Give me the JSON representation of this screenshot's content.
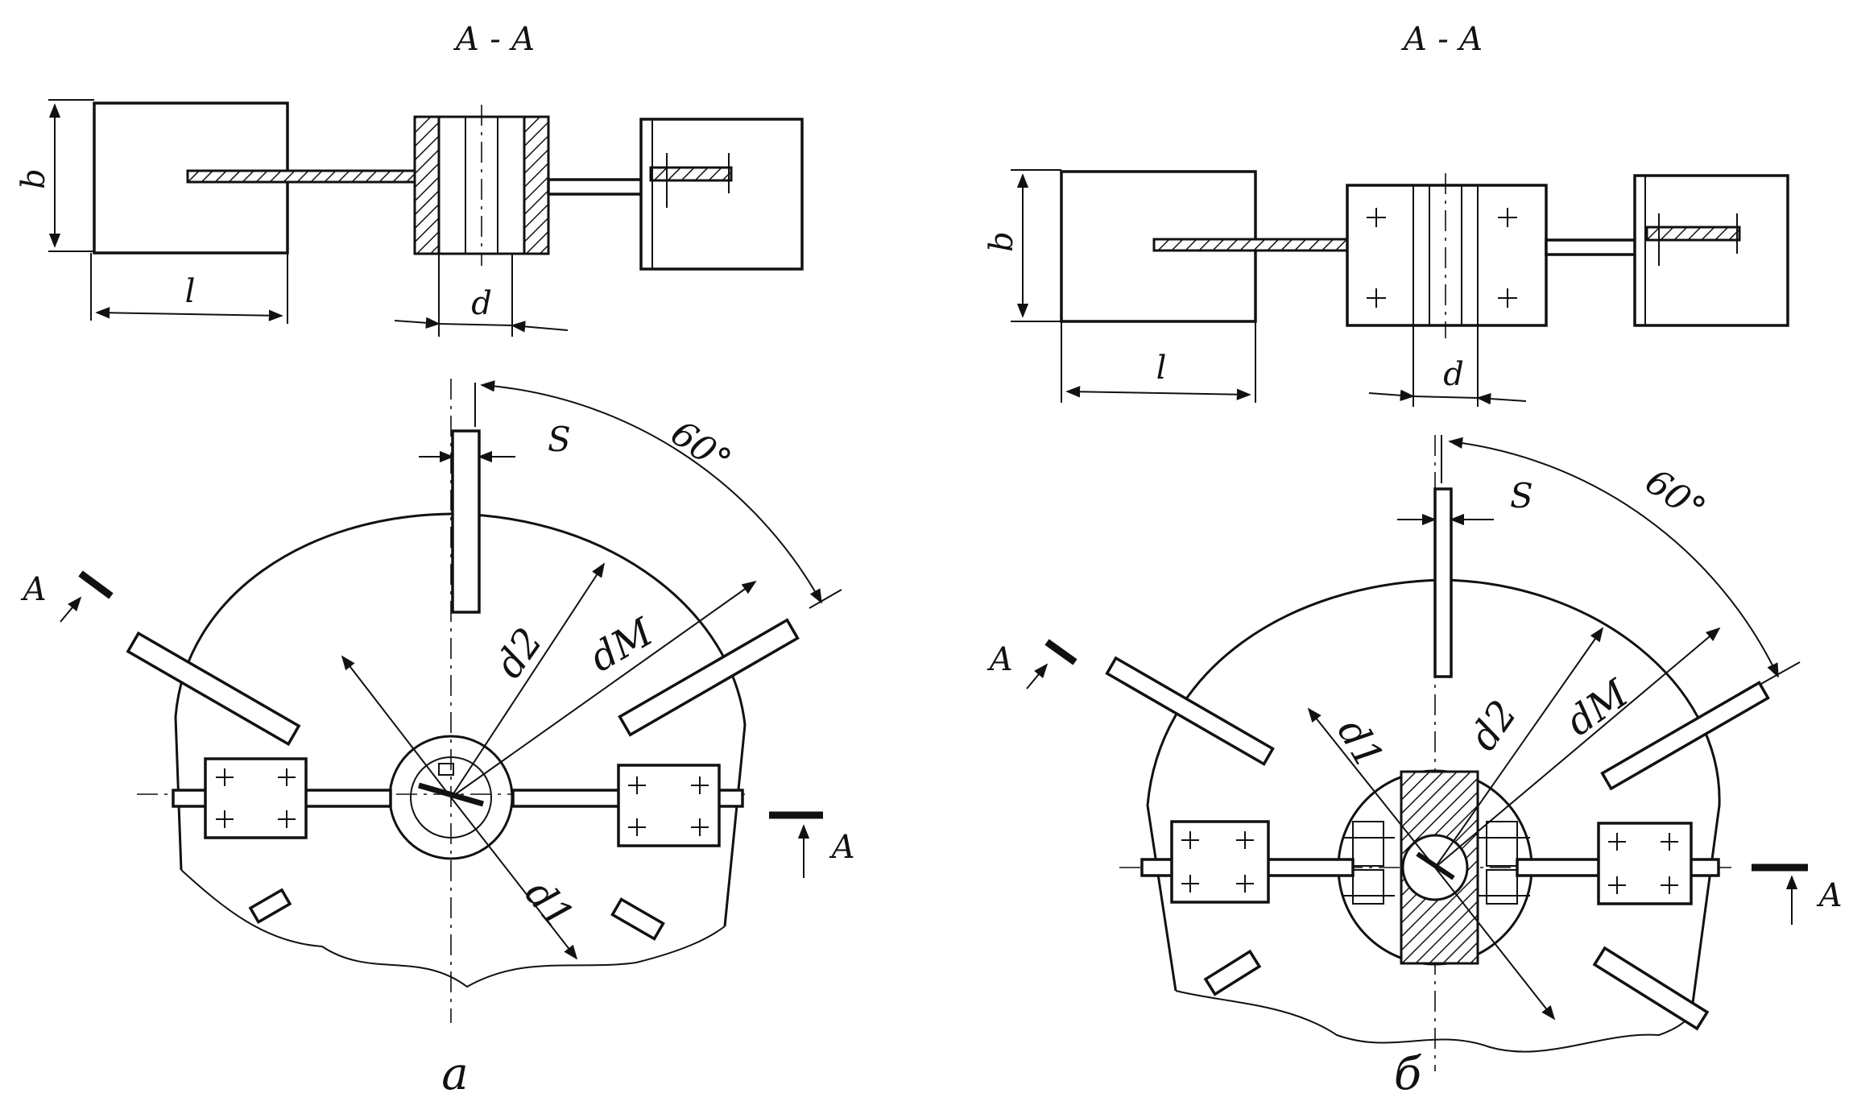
{
  "labels": {
    "section_title_a": "А - А",
    "section_title_b": "А - А",
    "dim_b": "b",
    "dim_l": "l",
    "dim_d": "d",
    "dim_s": "S",
    "angle": "60°",
    "d2": "d2",
    "dm": "dM",
    "d1": "d1",
    "section_mark": "А",
    "caption_a": "а",
    "caption_b": "б"
  }
}
